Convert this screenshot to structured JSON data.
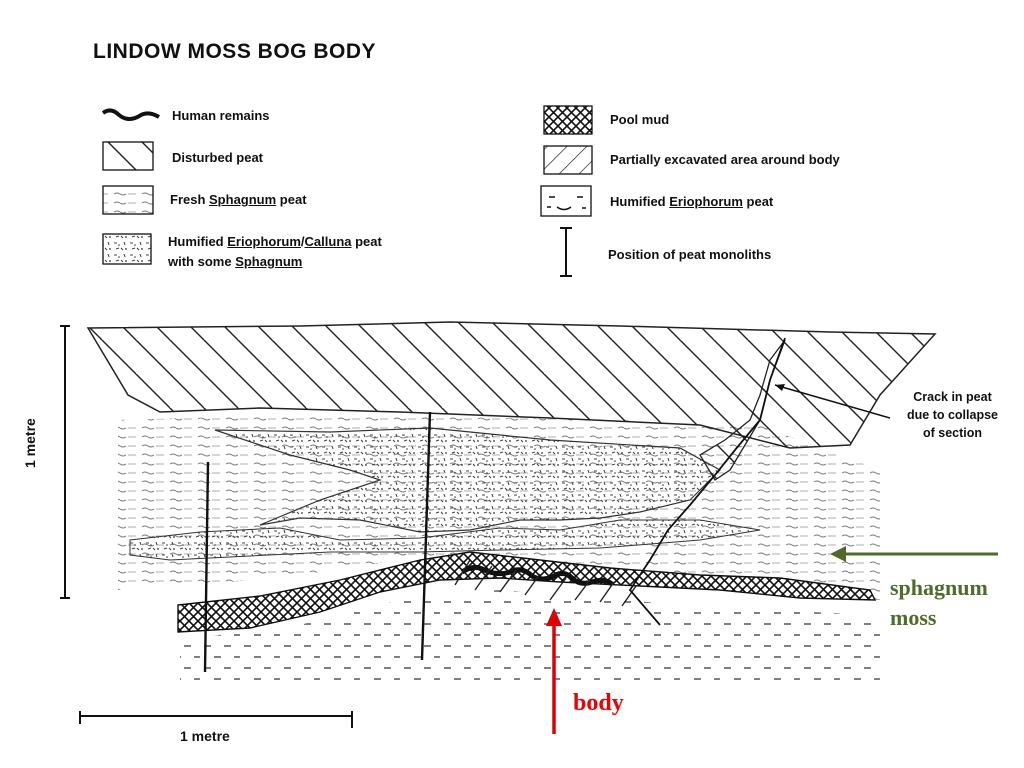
{
  "title": "LINDOW MOSS BOG BODY",
  "legend": {
    "human_remains": "Human remains",
    "disturbed_peat": "Disturbed peat",
    "fresh_sphagnum_pre": "Fresh ",
    "fresh_sphagnum_u": "Sphagnum",
    "fresh_sphagnum_post": " peat",
    "humified_ec_pre": "Humified ",
    "humified_ec_u1": "Eriophorum",
    "humified_ec_mid": "/",
    "humified_ec_u2": "Calluna",
    "humified_ec_post": " peat",
    "humified_ec_line2_pre": "with some ",
    "humified_ec_line2_u": "Sphagnum",
    "pool_mud": "Pool mud",
    "partially_excavated": "Partially excavated area around body",
    "humified_erio_pre": "Humified ",
    "humified_erio_u": "Eriophorum",
    "humified_erio_post": " peat",
    "monoliths": "Position of peat monoliths"
  },
  "annotation": {
    "crack_line1": "Crack in peat",
    "crack_line2": "due to collapse",
    "crack_line3": "of section"
  },
  "scale": {
    "horizontal": "1 metre",
    "vertical": "1 metre"
  },
  "labels": {
    "sphagnum_line1": "sphagnum",
    "sphagnum_line2": "moss",
    "body": "body"
  },
  "colors": {
    "sphagnum_arrow": "#4f6b2a",
    "body_arrow": "#e00000"
  }
}
